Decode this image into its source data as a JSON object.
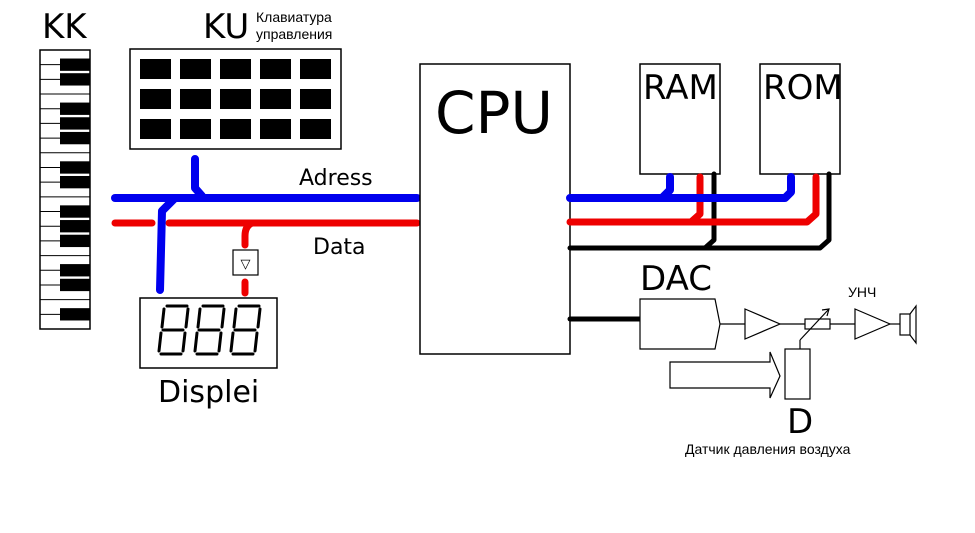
{
  "diagram": {
    "title": "Microcontroller music synthesizer block diagram",
    "colors": {
      "address_bus": "#0000ee",
      "data_bus": "#ee0000",
      "control_line": "#000000",
      "outline": "#000000",
      "background": "#ffffff"
    },
    "blocks": {
      "kk": {
        "label": "KK"
      },
      "ku": {
        "label": "KU",
        "caption_line1": "Клавиатура",
        "caption_line2": "управления",
        "key_rows": 3,
        "key_cols": 5
      },
      "cpu": {
        "label": "CPU"
      },
      "ram": {
        "label": "RAM"
      },
      "rom": {
        "label": "ROM"
      },
      "dac": {
        "label": "DAC"
      },
      "display": {
        "label": "Displei",
        "digits": "888"
      },
      "buffer": {
        "glyph": "▽"
      },
      "amplifier": {
        "label": "УНЧ"
      },
      "sensor": {
        "label": "D",
        "caption": "Датчик давления воздуха"
      }
    },
    "buses": {
      "address": {
        "label": "Adress"
      },
      "data": {
        "label": "Data"
      }
    }
  }
}
